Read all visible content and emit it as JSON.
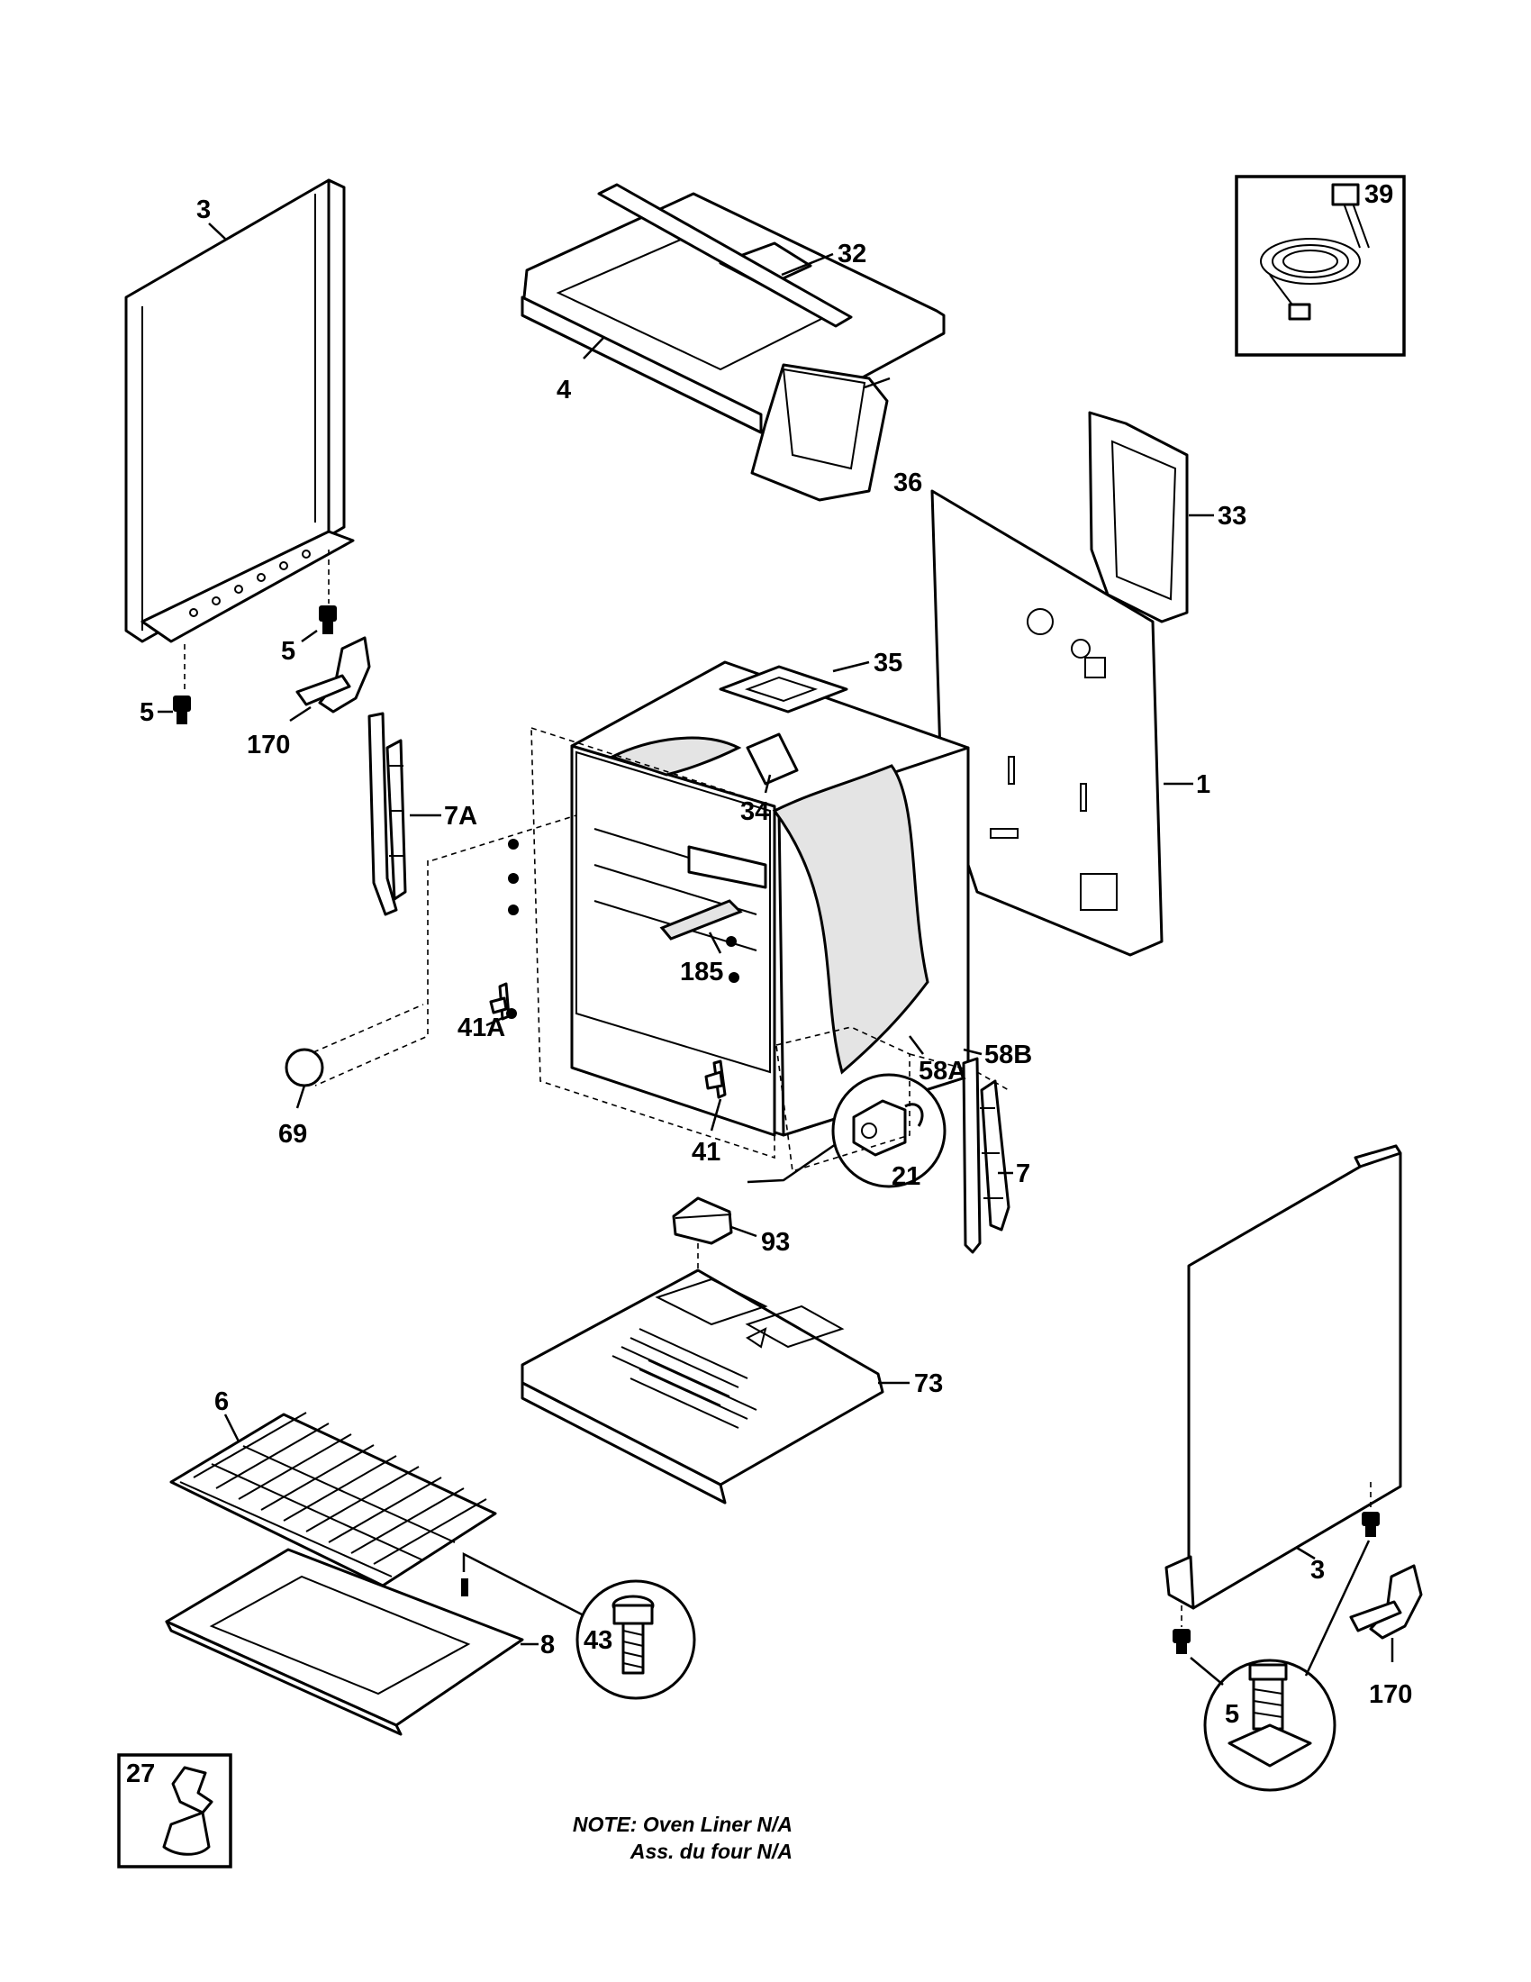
{
  "labels": {
    "p1": "1",
    "p3_left": "3",
    "p3_right": "3",
    "p4": "4",
    "p5_left_a": "5",
    "p5_left_b": "5",
    "p5_detail": "5",
    "p6": "6",
    "p7": "7",
    "p7A": "7A",
    "p8": "8",
    "p21": "21",
    "p27": "27",
    "p32": "32",
    "p33": "33",
    "p34": "34",
    "p35": "35",
    "p36": "36",
    "p39": "39",
    "p41": "41",
    "p41A": "41A",
    "p43": "43",
    "p58A": "58A",
    "p58B": "58B",
    "p69": "69",
    "p73": "73",
    "p93": "93",
    "p170_left": "170",
    "p170_right": "170",
    "p185": "185"
  },
  "note": {
    "line1": "NOTE: Oven Liner N/A",
    "line2": "Ass. du four N/A"
  }
}
